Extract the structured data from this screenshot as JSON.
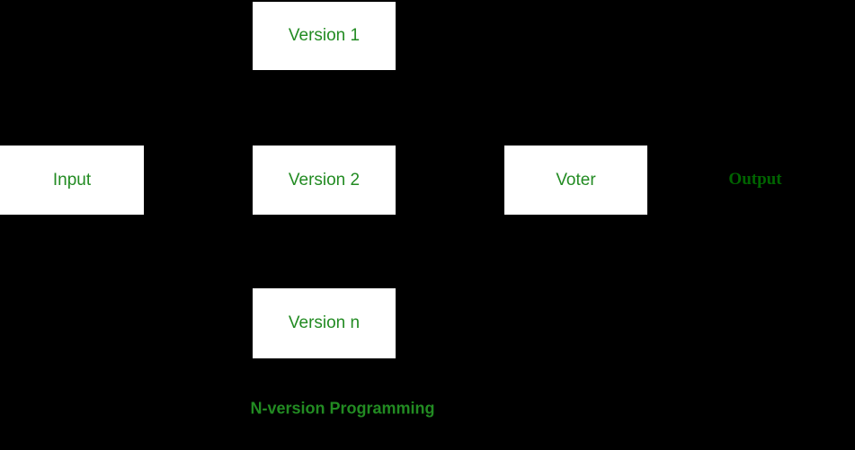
{
  "page": {
    "background_color": "#000000"
  },
  "colors": {
    "box_background": "#ffffff",
    "node_label_green": "#228B22",
    "output_label_green": "#006400",
    "caption_green": "#228B22"
  },
  "diagram": {
    "nodes": [
      {
        "id": "version-1",
        "label": "Version 1"
      },
      {
        "id": "input",
        "label": "Input"
      },
      {
        "id": "version-2",
        "label": "Version 2"
      },
      {
        "id": "voter",
        "label": "Voter"
      },
      {
        "id": "version-n",
        "label": "Version n"
      }
    ],
    "output_label": "Output",
    "caption": "N-version Programming"
  }
}
